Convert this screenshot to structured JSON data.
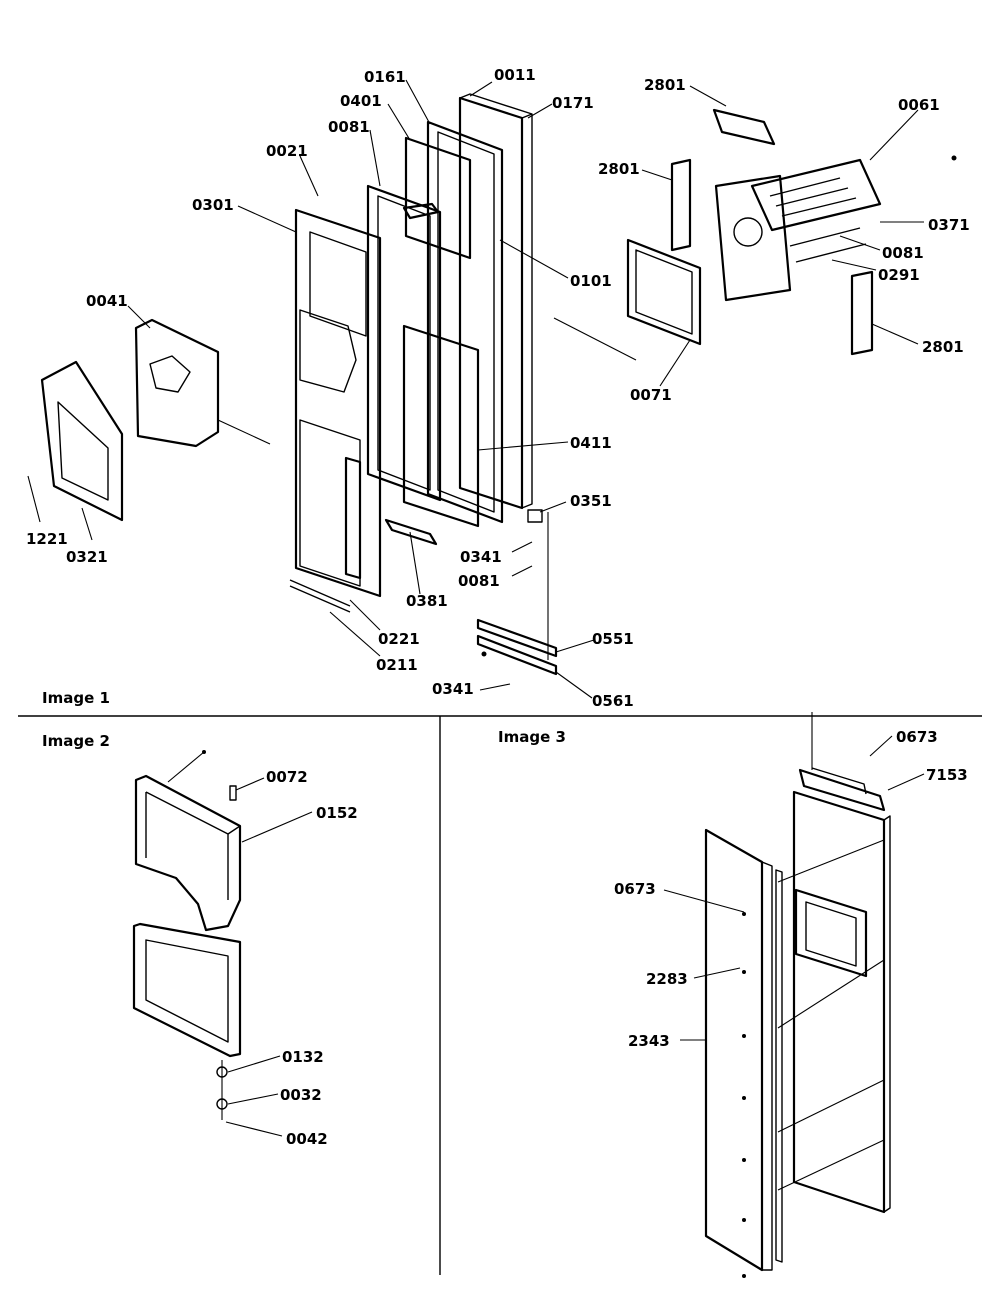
{
  "sections": [
    {
      "id": "image-1",
      "label": "Image 1"
    },
    {
      "id": "image-2",
      "label": "Image 2"
    },
    {
      "id": "image-3",
      "label": "Image 3"
    }
  ],
  "callouts": {
    "image1": [
      "0011",
      "0161",
      "0171",
      "0401",
      "0081",
      "0021",
      "0301",
      "2801",
      "2801",
      "0061",
      "0371",
      "0081",
      "0291",
      "2801",
      "0101",
      "0071",
      "0041",
      "0411",
      "0351",
      "0341",
      "0081",
      "0381",
      "1221",
      "0321",
      "0221",
      "0211",
      "0551",
      "0341",
      "0561"
    ],
    "image2": [
      "0072",
      "0152",
      "0132",
      "0032",
      "0042"
    ],
    "image3": [
      "0673",
      "7153",
      "0673",
      "2283",
      "2343"
    ]
  }
}
